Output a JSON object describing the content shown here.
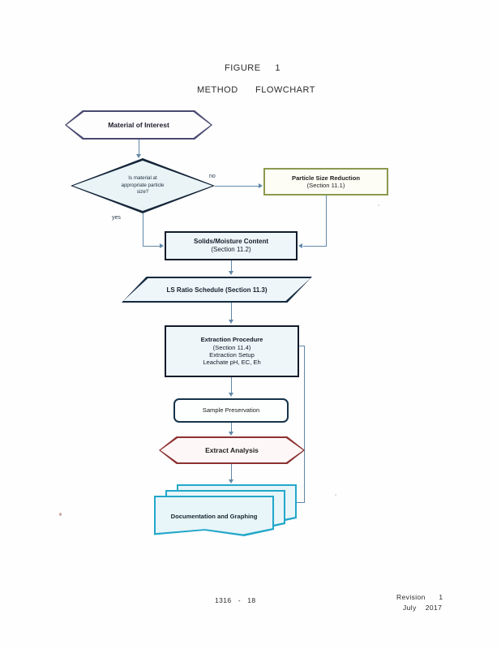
{
  "document": {
    "figure_title": "FIGURE     1",
    "method_title": "METHOD      FLOWCHART"
  },
  "flowchart": {
    "nodes": [
      {
        "id": "material-of-interest",
        "shape": "hexagon",
        "lines": [
          "Material of Interest"
        ],
        "border_color": "#4a4a72",
        "fill_color": "#fdfdfd"
      },
      {
        "id": "particle-size-decision",
        "shape": "diamond",
        "lines": [
          "Is material at",
          "appropriate particle",
          "size?"
        ],
        "border_color": "#15263a",
        "fill_color": "#eaf4f7"
      },
      {
        "id": "particle-size-reduction",
        "shape": "rectangle",
        "lines": [
          "Particle Size Reduction",
          "(Section 11.1)"
        ],
        "border_color": "#8b9a4e",
        "fill_color": "#fdfdf5"
      },
      {
        "id": "solids-moisture-content",
        "shape": "rectangle",
        "lines": [
          "Solids/Moisture Content",
          "(Section 11.2)"
        ],
        "border_color": "#101b2b",
        "fill_color": "#eef6f9"
      },
      {
        "id": "ls-ratio-schedule",
        "shape": "parallelogram",
        "lines": [
          "LS Ratio Schedule (Section 11.3)"
        ],
        "border_color": "#142a40",
        "fill_color": "#eef6f9"
      },
      {
        "id": "extraction-procedure",
        "shape": "rectangle",
        "lines": [
          "Extraction Procedure",
          "(Section 11.4)",
          "Extraction Setup",
          "Leachate pH, EC, Eh"
        ],
        "border_color": "#101b2b",
        "fill_color": "#eef6f9"
      },
      {
        "id": "sample-preservation",
        "shape": "rounded-rectangle",
        "lines": [
          "Sample Preservation"
        ],
        "border_color": "#15334a",
        "fill_color": "#fdfefe"
      },
      {
        "id": "extract-analysis",
        "shape": "hexagon",
        "lines": [
          "Extract Analysis"
        ],
        "border_color": "#8e3232",
        "fill_color": "#fdf8f7"
      },
      {
        "id": "documentation-and-graphing",
        "shape": "stacked-document",
        "lines": [
          "Documentation and Graphing"
        ],
        "border_color": "#22a7c9",
        "fill_color": "#e8f5f9"
      }
    ],
    "branch_labels": {
      "no": "no",
      "yes": "yes"
    },
    "connector_color": "#5f87a8"
  },
  "footer": {
    "doc_number": "1316   -   18",
    "revision": "Revision      1",
    "date": "July    2017"
  }
}
